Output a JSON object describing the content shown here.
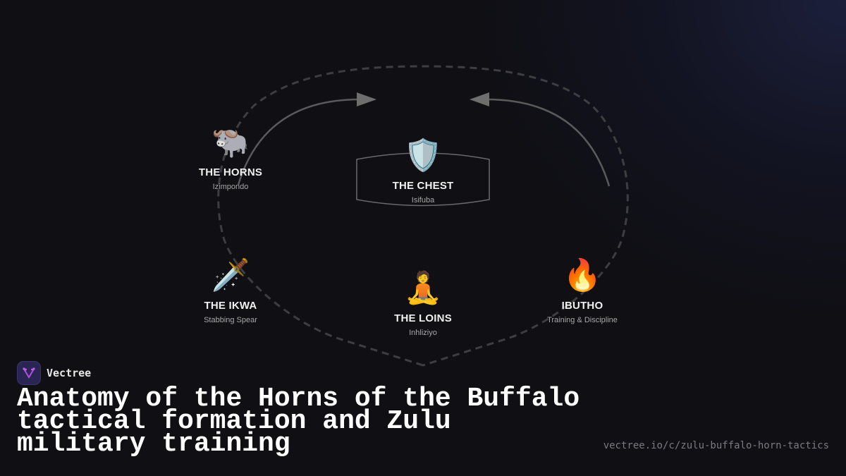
{
  "diagram": {
    "nodes": [
      {
        "id": "horns",
        "icon": "buffalo-icon",
        "emoji": "🐃",
        "title": "THE HORNS",
        "subtitle": "Izimpondo"
      },
      {
        "id": "chest",
        "icon": "shield-icon",
        "emoji": "🛡️",
        "title": "THE CHEST",
        "subtitle": "Isifuba"
      },
      {
        "id": "ikwa",
        "icon": "dagger-icon",
        "emoji": "🗡️",
        "title": "THE IKWA",
        "subtitle": "Stabbing Spear"
      },
      {
        "id": "loins",
        "icon": "meditation-icon",
        "emoji": "🧘",
        "title": "THE LOINS",
        "subtitle": "Inhliziyo"
      },
      {
        "id": "ibutho",
        "icon": "fire-icon",
        "emoji": "🔥",
        "title": "IBUTHO",
        "subtitle": "Training & Discipline"
      }
    ],
    "colors": {
      "background": "#0f0f14",
      "dashed_outline": "#3e3e42",
      "arrow": "#6a6a6a",
      "chest_box": "#6a6a6a",
      "title_text": "#f0f0f0",
      "subtitle_text": "#a8a8a8"
    }
  },
  "brand": {
    "name": "Vectree",
    "logo_icon": "vectree-logo-icon",
    "logo_color": "#b24fe0"
  },
  "page": {
    "title": "Anatomy of the Horns of the Buffalo tactical formation and Zulu military training",
    "url": "vectree.io/c/zulu-buffalo-horn-tactics"
  }
}
